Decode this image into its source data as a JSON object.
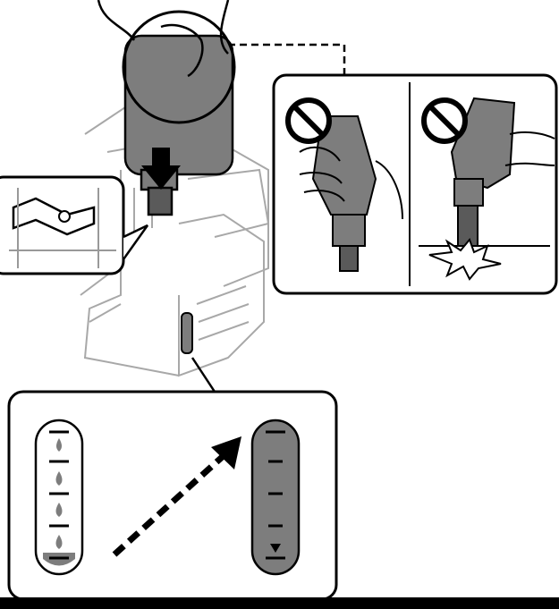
{
  "illustration": {
    "subject": "ink-bottle-refill-instructions",
    "colors": {
      "ink": "#808080",
      "line": "#000000",
      "background": "#ffffff",
      "printer_line": "#9a9a9a"
    },
    "ink_level_before": 0.1,
    "ink_level_after": 1.0
  }
}
